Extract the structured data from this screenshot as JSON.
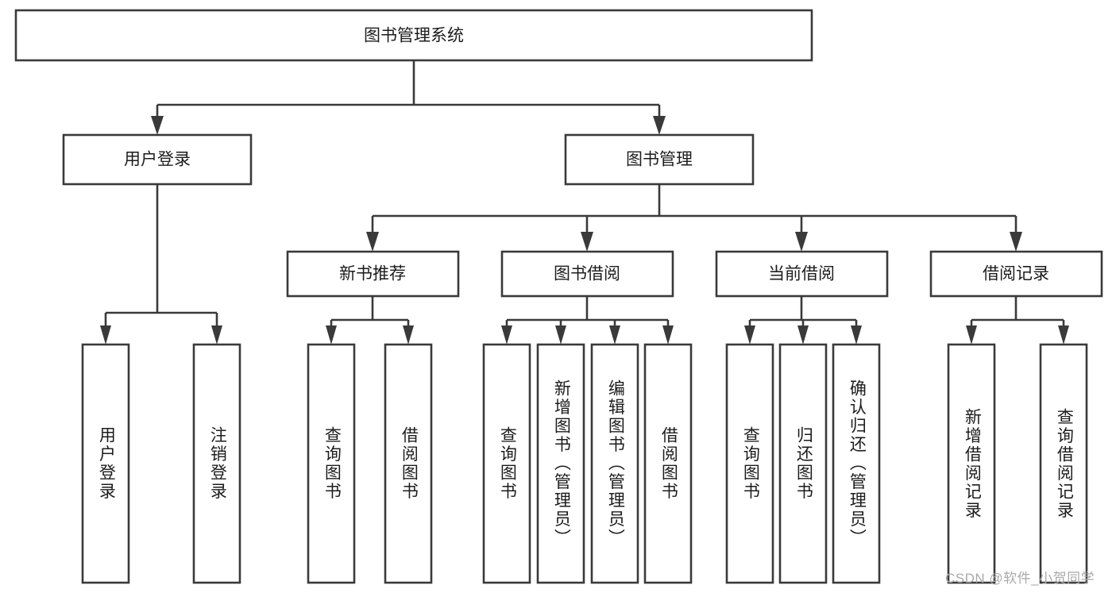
{
  "diagram": {
    "type": "tree-hierarchy",
    "title": "图书管理系统",
    "root": {
      "id": "root",
      "label": "图书管理系统"
    },
    "level2": [
      {
        "id": "user-login",
        "label": "用户登录"
      },
      {
        "id": "book-manage",
        "label": "图书管理"
      }
    ],
    "level3": [
      {
        "id": "new-book-recommend",
        "label": "新书推荐",
        "parent": "book-manage"
      },
      {
        "id": "book-borrow",
        "label": "图书借阅",
        "parent": "book-manage"
      },
      {
        "id": "current-borrow",
        "label": "当前借阅",
        "parent": "book-manage"
      },
      {
        "id": "borrow-record",
        "label": "借阅记录",
        "parent": "book-manage"
      }
    ],
    "leaves": [
      {
        "id": "leaf-user-login",
        "label": "用户登录",
        "parent": "user-login"
      },
      {
        "id": "leaf-logout",
        "label": "注销登录",
        "parent": "user-login"
      },
      {
        "id": "leaf-query-book-1",
        "label": "查询图书",
        "parent": "new-book-recommend"
      },
      {
        "id": "leaf-borrow-book-1",
        "label": "借阅图书",
        "parent": "new-book-recommend"
      },
      {
        "id": "leaf-query-book-2",
        "label": "查询图书",
        "parent": "book-borrow"
      },
      {
        "id": "leaf-add-book",
        "label": "新增图书（管理员）",
        "parent": "book-borrow"
      },
      {
        "id": "leaf-edit-book",
        "label": "编辑图书（管理员）",
        "parent": "book-borrow"
      },
      {
        "id": "leaf-borrow-book-2",
        "label": "借阅图书",
        "parent": "book-borrow"
      },
      {
        "id": "leaf-query-book-3",
        "label": "查询图书",
        "parent": "current-borrow"
      },
      {
        "id": "leaf-return-book",
        "label": "归还图书",
        "parent": "current-borrow"
      },
      {
        "id": "leaf-confirm-return",
        "label": "确认归还（管理员）",
        "parent": "current-borrow"
      },
      {
        "id": "leaf-add-record",
        "label": "新增借阅记录",
        "parent": "borrow-record"
      },
      {
        "id": "leaf-query-record",
        "label": "查询借阅记录",
        "parent": "borrow-record"
      }
    ],
    "watermark": "CSDN @软件_小贺同学",
    "colors": {
      "stroke": "#3a3a3a",
      "fill": "#ffffff",
      "text": "#1c1c1c",
      "watermark": "#a9a9a9",
      "background": "#ffffff"
    }
  }
}
